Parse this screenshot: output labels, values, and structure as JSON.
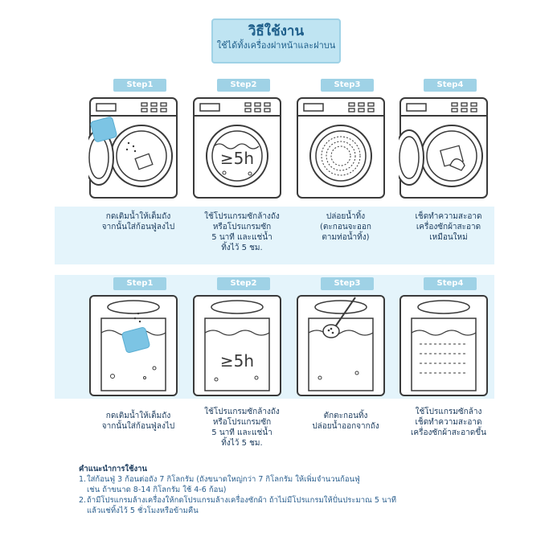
{
  "header": {
    "title": "วิธีใช้งาน",
    "subtitle": "ใช้ได้ทั้งเครื่องฝาหน้าและฝาบน"
  },
  "colors": {
    "band": "#e4f4fb",
    "badge": "#9fd2e6",
    "line": "#3a3a3a",
    "tablet": "#7cc4e4",
    "text": "#1a3a5c"
  },
  "front_load": {
    "steps": [
      {
        "badge": "Step1",
        "lines": [
          "กดเติมน้ำให้เต็มถัง",
          "จากนั้นใส่ก้อนฟู่ลงไป"
        ]
      },
      {
        "badge": "Step2",
        "lines": [
          "ใช้โปรแกรมซักล้างถัง",
          "หรือโปรแกรมซัก",
          "5 นาที และแช่น้ำ",
          "ทิ้งไว้ 5 ชม."
        ],
        "icon_text": "≥5h"
      },
      {
        "badge": "Step3",
        "lines": [
          "ปล่อยน้ำทิ้ง",
          "(ตะกอนจะออก",
          "ตามท่อน้ำทิ้ง)"
        ]
      },
      {
        "badge": "Step4",
        "lines": [
          "เช็ดทำความสะอาด",
          "เครื่องซักผ้าสะอาด",
          "เหมือนใหม่"
        ]
      }
    ]
  },
  "top_load": {
    "steps": [
      {
        "badge": "Step1",
        "lines": [
          "กดเติมน้ำให้เต็มถัง",
          "จากนั้นใส่ก้อนฟู่ลงไป"
        ]
      },
      {
        "badge": "Step2",
        "lines": [
          "ใช้โปรแกรมซักล้างถัง",
          "หรือโปรแกรมซัก",
          "5 นาที และแช่น้ำ",
          "ทิ้งไว้ 5 ชม."
        ],
        "icon_text": "≥5h"
      },
      {
        "badge": "Step3",
        "lines": [
          "ตักตะกอนทิ้ง",
          "ปล่อยน้ำออกจากถัง"
        ]
      },
      {
        "badge": "Step4",
        "lines": [
          "ใช้โปรแกรมซักล้าง",
          "เช็ดทำความสะอาด",
          "เครื่องซักผ้าสะอาดขึ้น"
        ]
      }
    ]
  },
  "tips": {
    "title": "คำแนะนำการใช้งาน",
    "items": [
      {
        "num": "1.",
        "line1": "ใส่ก้อนฟู่ 3 ก้อนต่อถัง 7 กิโลกรัม (ถังขนาดใหญ่กว่า 7 กิโลกรัม ให้เพิ่มจำนวนก้อนฟู่",
        "line2": "เช่น ถ้าขนาด 8-14 กิโลกรัม ใช้ 4-6 ก้อน)"
      },
      {
        "num": "2.",
        "line1": "ถ้ามีโปรแกรมล้างเครื่องให้กดโปรแกรมล้างเครื่องซักผ้า ถ้าไม่มีโปรแกรมให้ปั่นประมาณ 5 นาที",
        "line2": "แล้วแช่ทิ้งไว้ 5 ชั่วโมงหรือข้ามคืน"
      }
    ]
  }
}
